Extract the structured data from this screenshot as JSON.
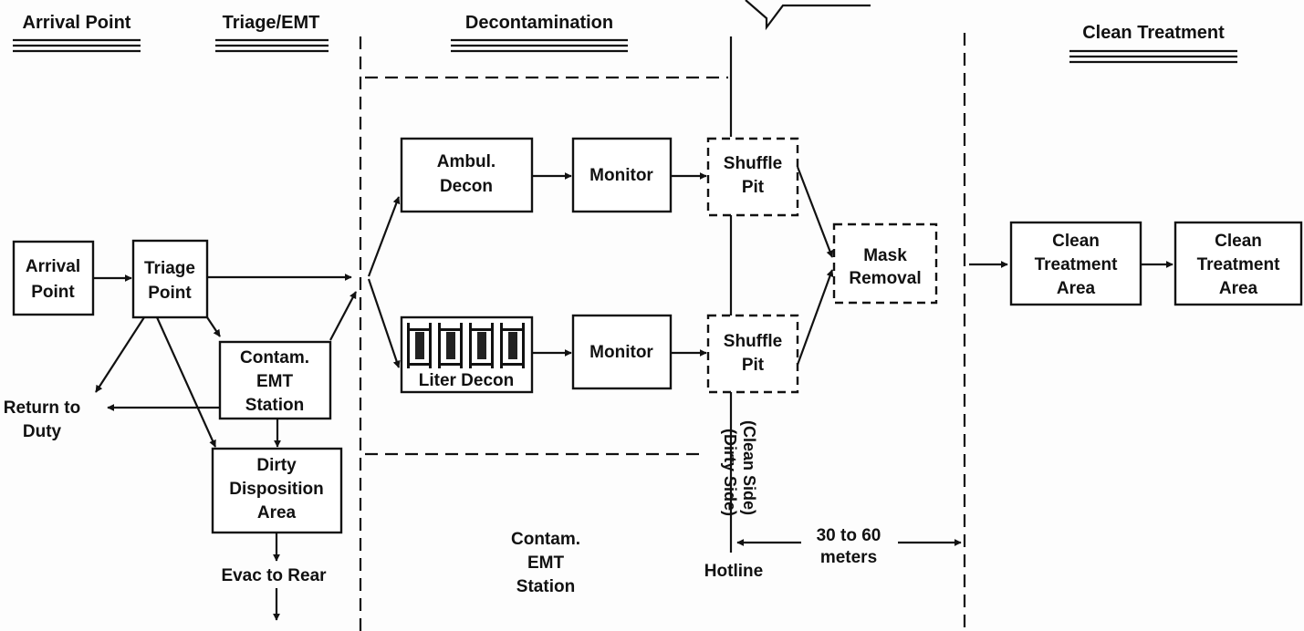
{
  "headers": {
    "arrival_point": "Arrival Point",
    "triage_emt": "Triage/EMT",
    "decontamination": "Decontamination",
    "clean_treatment": "Clean Treatment"
  },
  "nodes": {
    "arrival_point": [
      "Arrival",
      "Point"
    ],
    "triage_point": [
      "Triage",
      "Point"
    ],
    "contam_emt_station_box": [
      "Contam.",
      "EMT",
      "Station"
    ],
    "dirty_disposition_area": [
      "Dirty",
      "Disposition",
      "Area"
    ],
    "ambul_decon": [
      "Ambul.",
      "Decon"
    ],
    "liter_decon": [
      "Liter Decon"
    ],
    "monitor_top": [
      "Monitor"
    ],
    "monitor_bottom": [
      "Monitor"
    ],
    "shuffle_pit_top": [
      "Shuffle",
      "Pit"
    ],
    "shuffle_pit_bottom": [
      "Shuffle",
      "Pit"
    ],
    "mask_removal": [
      "Mask",
      "Removal"
    ],
    "clean_treatment_area_1": [
      "Clean",
      "Treatment",
      "Area"
    ],
    "clean_treatment_area_2": [
      "Clean",
      "Treatment",
      "Area"
    ]
  },
  "labels": {
    "return_to_duty": [
      "Return to",
      "Duty"
    ],
    "evac_to_rear": "Evac to Rear",
    "contam_emt_station_zone": [
      "Contam.",
      "EMT",
      "Station"
    ],
    "hotline": "Hotline",
    "dirty_side": "(Dirty  Side)",
    "clean_side": "(Clean Side)",
    "distance": [
      "30 to 60",
      "meters"
    ]
  }
}
